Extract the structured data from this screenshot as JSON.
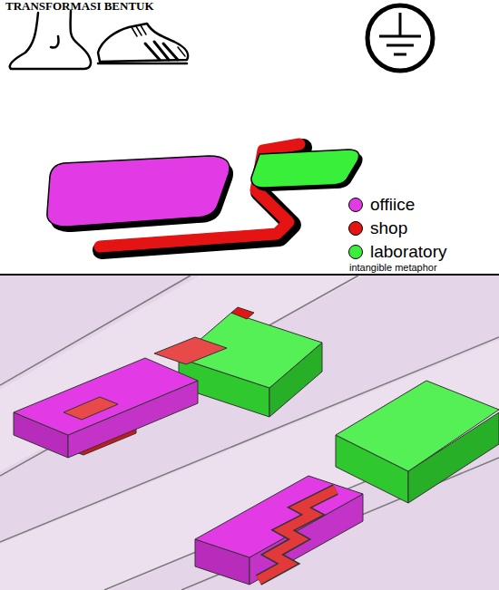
{
  "diagram": {
    "title": "TRANSFORMASI BENTUK",
    "labels": [
      "intangible metaphor"
    ],
    "legend": [
      {
        "text": "offiice",
        "color": "#e23be6"
      },
      {
        "text": "shop",
        "color": "#e41414"
      },
      {
        "text": "laboratory",
        "color": "#39ef39"
      }
    ]
  }
}
